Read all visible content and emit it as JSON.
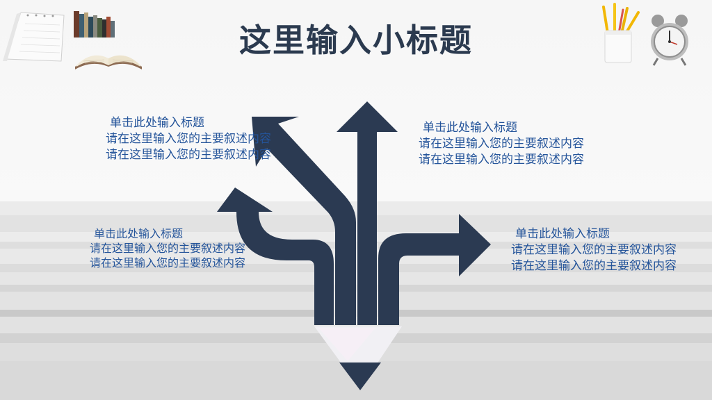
{
  "slide": {
    "title": "这里输入小标题",
    "colors": {
      "arrow": "#2b3a52",
      "text": "#24549a",
      "title": "#2b3a4f"
    },
    "blocks": [
      {
        "heading": "单击此处输入标题",
        "line1": "请在这里输入您的主要叙述内容",
        "line2": "请在这里输入您的主要叙述内容"
      },
      {
        "heading": "单击此处输入标题",
        "line1": "请在这里输入您的主要叙述内容",
        "line2": "请在这里输入您的主要叙述内容"
      },
      {
        "heading": "单击此处输入标题",
        "line1": "请在这里输入您的主要叙述内容",
        "line2": "请在这里输入您的主要叙述内容"
      },
      {
        "heading": "单击此处输入标题",
        "line1": "请在这里输入您的主要叙述内容",
        "line2": "请在这里输入您的主要叙述内容"
      }
    ],
    "decorations": [
      "desk-calendar-icon",
      "books-icon",
      "open-book-icon",
      "pencil-cup-icon",
      "alarm-clock-icon"
    ]
  }
}
